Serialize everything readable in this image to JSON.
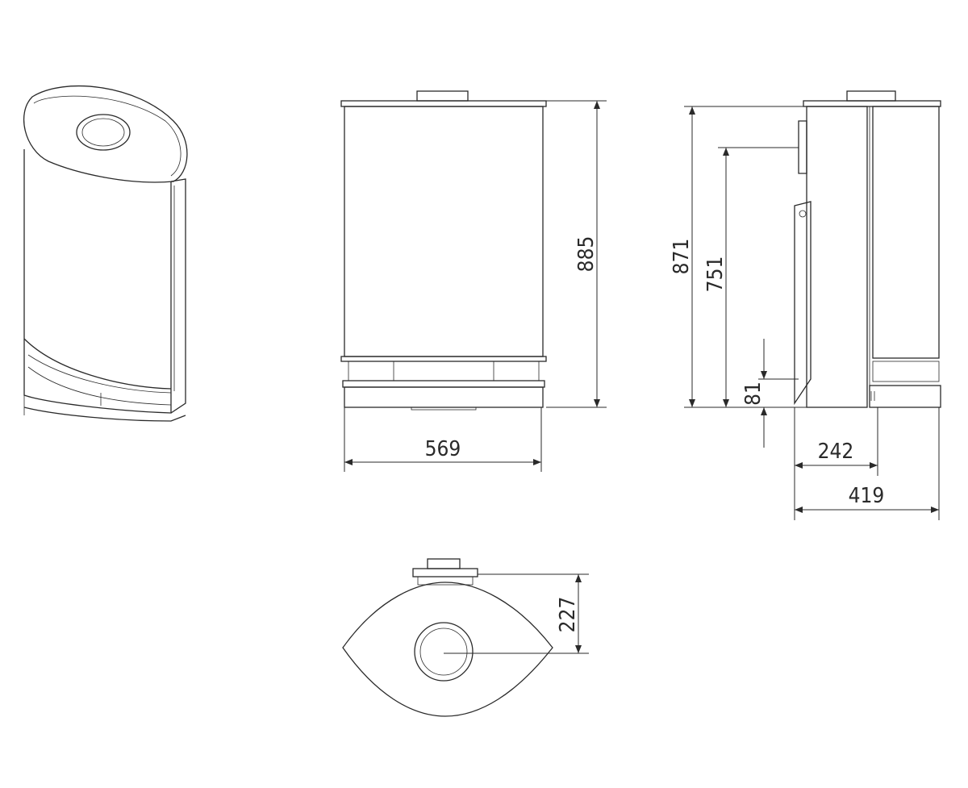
{
  "dimensions": {
    "front_height": "885",
    "front_width": "569",
    "side_height_total": "871",
    "side_height_flue": "751",
    "side_base_height": "81",
    "side_depth_partial": "242",
    "side_depth_total": "419",
    "top_flue_offset": "227"
  }
}
